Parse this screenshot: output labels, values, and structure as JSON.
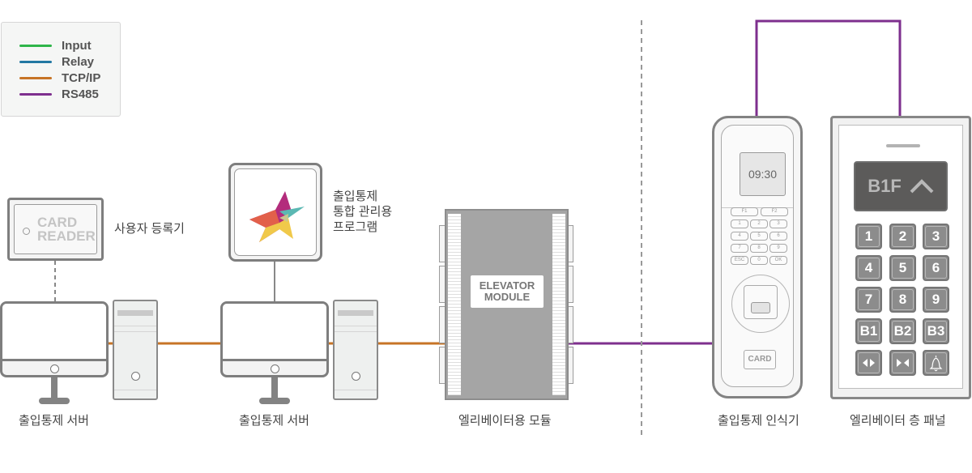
{
  "legend": {
    "items": [
      {
        "label": "Input",
        "color": "#2fb54a"
      },
      {
        "label": "Relay",
        "color": "#2378a3"
      },
      {
        "label": "TCP/IP",
        "color": "#c77426"
      },
      {
        "label": "RS485",
        "color": "#7e2f8e"
      }
    ]
  },
  "devices": {
    "card_reader": {
      "text_line1": "CARD",
      "text_line2": "READER",
      "label": "사용자 등록기"
    },
    "program": {
      "label_line1": "출입통제",
      "label_line2": "통합 관리용",
      "label_line3": "프로그램"
    },
    "server1": {
      "label": "출입통제 서버"
    },
    "server2": {
      "label": "출입통제 서버"
    },
    "elevator_module": {
      "text_line1": "ELEVATOR",
      "text_line2": "MODULE",
      "label": "엘리베이터용 모듈"
    },
    "access_reader": {
      "time": "09:30",
      "function_keys": [
        "F1",
        "F2"
      ],
      "keys": [
        "1",
        "2",
        "3",
        "4",
        "5",
        "6",
        "7",
        "8",
        "9",
        "ESC",
        "0",
        "OK"
      ],
      "card_label": "CARD",
      "label": "출입통제 인식기"
    },
    "floor_panel": {
      "display_floor": "B1F",
      "display_direction": "up",
      "keys": [
        "1",
        "2",
        "3",
        "4",
        "5",
        "6",
        "7",
        "8",
        "9",
        "B1",
        "B2",
        "B3"
      ],
      "icon_keys": [
        "door-open",
        "door-close",
        "alarm-bell"
      ],
      "label": "엘리베이터 층 패널"
    }
  },
  "connections": [
    {
      "from": "server1",
      "to": "server2",
      "type": "TCP/IP"
    },
    {
      "from": "server2",
      "to": "elevator_module",
      "type": "TCP/IP"
    },
    {
      "from": "elevator_module",
      "to": "access_reader",
      "type": "RS485"
    },
    {
      "from": "access_reader",
      "to": "floor_panel",
      "type": "RS485"
    }
  ]
}
